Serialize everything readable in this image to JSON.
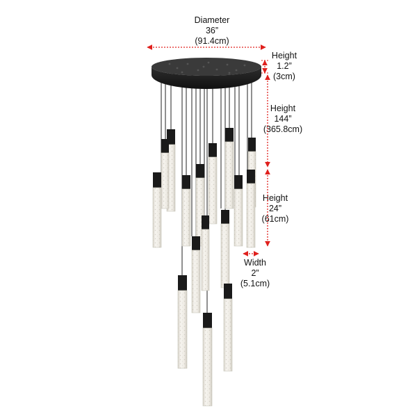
{
  "colors": {
    "dimension_arrow": "#e0201d",
    "fixture_black": "#1a1a1a",
    "crystal_glass": "#ece9e2",
    "crystal_edge": "#c9c5bb"
  },
  "dimensions": {
    "diameter": {
      "name": "Diameter",
      "imperial": "36”",
      "metric": "(91.4cm)"
    },
    "canopy_height": {
      "name": "Height",
      "imperial": "1.2”",
      "metric": "(3cm)"
    },
    "overall_height": {
      "name": "Height",
      "imperial": "144”",
      "metric": "(365.8cm)"
    },
    "pendant_height": {
      "name": "Height",
      "imperial": "24”",
      "metric": "(61cm)"
    },
    "pendant_width": {
      "name": "Width",
      "imperial": "2”",
      "metric": "(5.1cm)"
    }
  }
}
